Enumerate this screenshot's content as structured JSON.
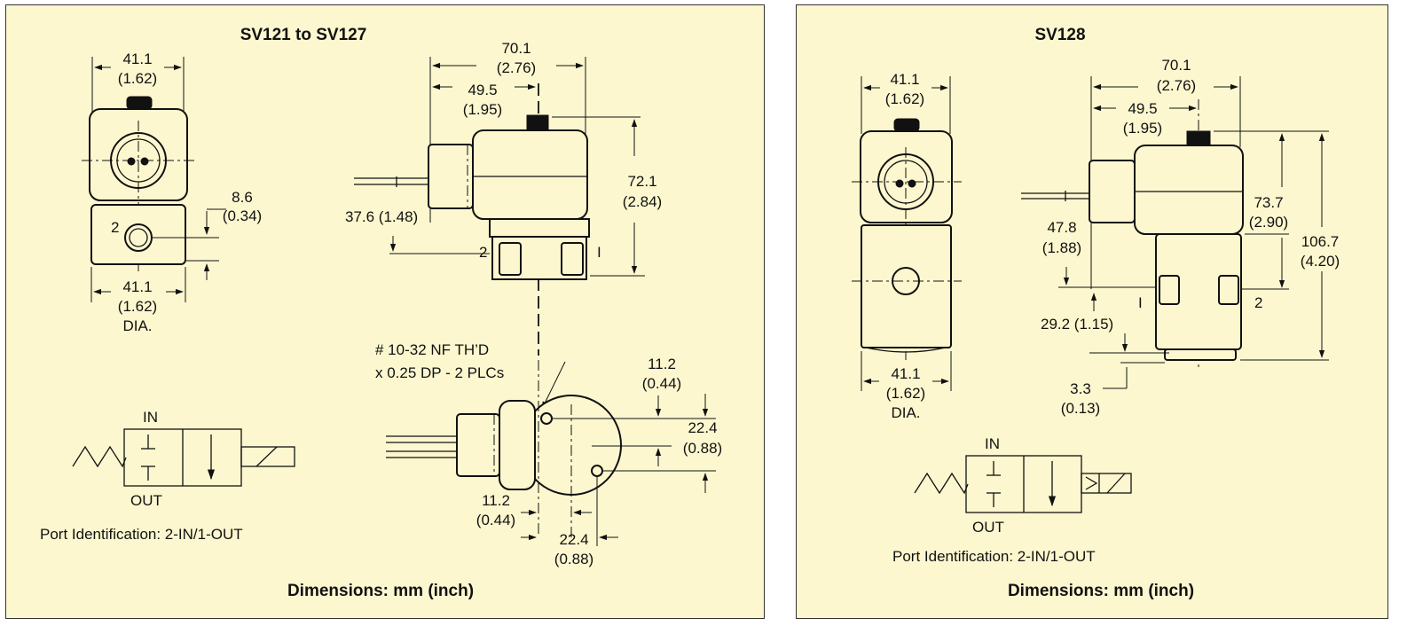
{
  "left": {
    "title": "SV121 to SV127",
    "dims": {
      "front_width": "41.1",
      "front_width_in": "(1.62)",
      "port_offset": "8.6",
      "port_offset_in": "(0.34)",
      "bottom_dia": "41.1",
      "bottom_dia_in": "(1.62)",
      "dia": "DIA.",
      "side_width": "70.1",
      "side_width_in": "(2.76)",
      "side_center": "49.5",
      "side_center_in": "(1.95)",
      "side_height": "72.1",
      "side_height_in": "(2.84)",
      "side_base": "37.6 (1.48)",
      "thread_1": "# 10-32 NF TH’D",
      "thread_2": "x 0.25 DP - 2 PLCs",
      "top_a": "11.2",
      "top_a_in": "(0.44)",
      "top_b": "22.4",
      "top_b_in": "(0.88)",
      "bot_a": "11.2",
      "bot_a_in": "(0.44)",
      "bot_b": "22.4",
      "bot_b_in": "(0.88)"
    },
    "ports": {
      "front": "2",
      "side_left": "2",
      "side_right": "I"
    },
    "symbol": {
      "in": "IN",
      "out": "OUT"
    },
    "port_identification": "Port Identification: 2-IN/1-OUT",
    "footer": "Dimensions: mm (inch)"
  },
  "right": {
    "title": "SV128",
    "dims": {
      "front_width": "41.1",
      "front_width_in": "(1.62)",
      "bottom_dia": "41.1",
      "bottom_dia_in": "(1.62)",
      "dia": "DIA.",
      "side_width": "70.1",
      "side_width_in": "(2.76)",
      "side_center": "49.5",
      "side_center_in": "(1.95)",
      "coil_height": "73.7",
      "coil_height_in": "(2.90)",
      "total_height": "106.7",
      "total_height_in": "(4.20)",
      "base_height": "47.8",
      "base_height_in": "(1.88)",
      "port_height": "29.2 (1.15)",
      "bottom_gap": "3.3",
      "bottom_gap_in": "(0.13)"
    },
    "ports": {
      "side_left": "I",
      "side_right": "2"
    },
    "symbol": {
      "in": "IN",
      "out": "OUT"
    },
    "port_identification": "Port Identification: 2-IN/1-OUT",
    "footer": "Dimensions: mm (inch)"
  }
}
